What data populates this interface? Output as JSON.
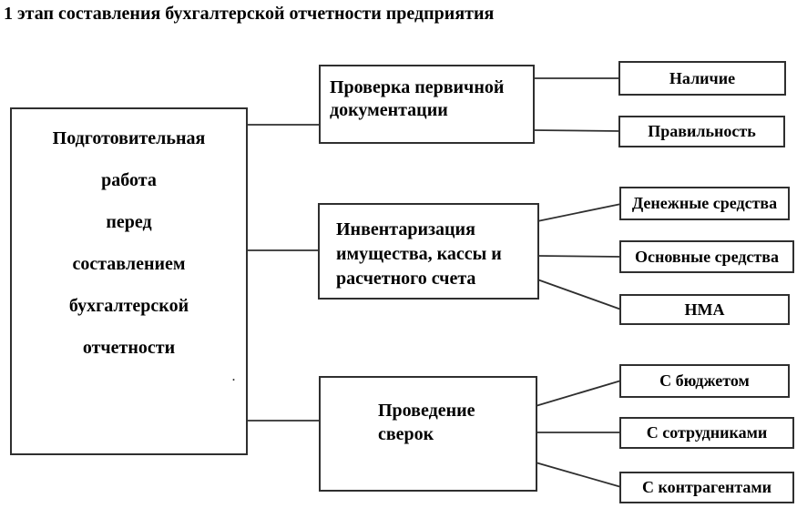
{
  "title": "1 этап составления бухгалтерской отчетности предприятия",
  "colors": {
    "line": "#2f2f2f",
    "text": "#000000",
    "background": "#ffffff"
  },
  "root_box": {
    "lines": [
      "Подготовительная",
      "работа",
      "перед",
      "составлением",
      "бухгалтерской",
      "отчетности"
    ]
  },
  "stray_mark": ".",
  "branches": [
    {
      "label": "Проверка первичной\nдокументации",
      "children": [
        {
          "label": "Наличие"
        },
        {
          "label": "Правильность"
        }
      ]
    },
    {
      "label": "Инвентаризация\nимущества, кассы и\nрасчетного счета",
      "children": [
        {
          "label": "Денежные средства"
        },
        {
          "label": "Основные средства"
        },
        {
          "label": "НМА"
        }
      ]
    },
    {
      "label": "Проведение\nсверок",
      "children": [
        {
          "label": "С бюджетом"
        },
        {
          "label": "С сотрудниками"
        },
        {
          "label": "С контрагентами"
        }
      ]
    }
  ]
}
